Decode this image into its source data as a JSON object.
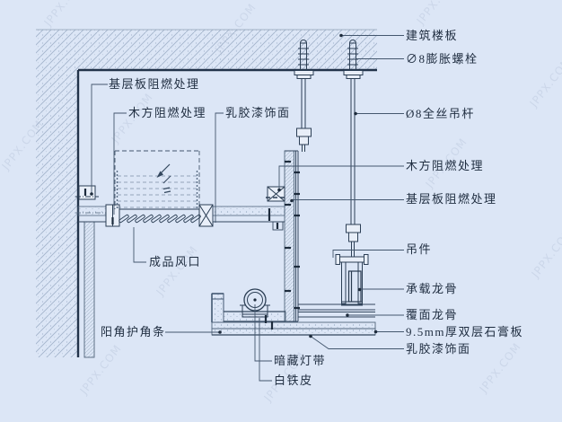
{
  "drawing": {
    "type": "ceiling-construction-detail",
    "colors": {
      "background": "#dce6f6",
      "ink": "#2c3f55",
      "hatch": "#a3b4cb"
    },
    "watermark": {
      "text": "JPPX.COM"
    },
    "labels": {
      "left": [
        {
          "text": "基层板阻燃处理"
        },
        {
          "text": "木方阻燃处理"
        },
        {
          "text": "乳胶漆饰面"
        },
        {
          "text": "成品风口"
        },
        {
          "text": "阳角护角条"
        },
        {
          "text": "暗藏灯带"
        },
        {
          "text": "白铁皮"
        }
      ],
      "right": [
        {
          "text": "建筑楼板"
        },
        {
          "text": "∅8膨胀螺栓"
        },
        {
          "text": "Ø8全丝吊杆"
        },
        {
          "text": "木方阻燃处理"
        },
        {
          "text": "基层板阻燃处理"
        },
        {
          "text": "吊件"
        },
        {
          "text": "承载龙骨"
        },
        {
          "text": "覆面龙骨"
        },
        {
          "text": "9.5mm厚双层石膏板"
        },
        {
          "text": "乳胶漆饰面"
        }
      ]
    }
  }
}
